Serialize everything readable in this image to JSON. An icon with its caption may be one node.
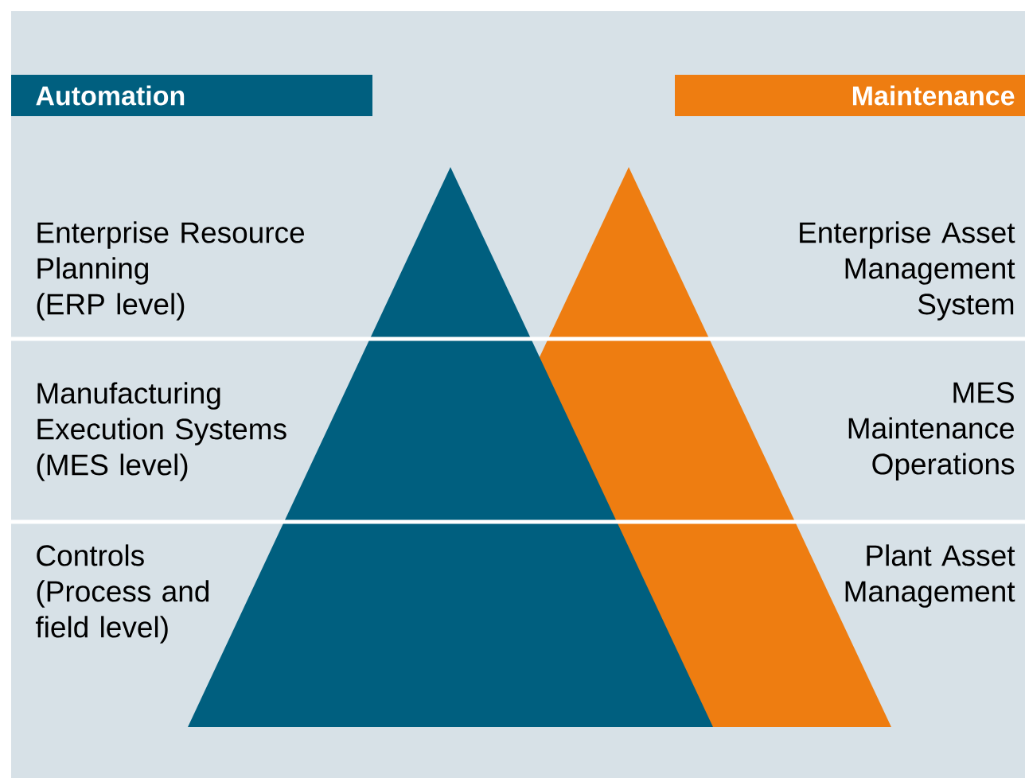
{
  "diagram": {
    "nodes": [
      {
        "text": [
          "Automation"
        ]
      },
      {
        "text": [
          "Maintenance"
        ]
      }
    ],
    "labels": [
      "Enterprise Resource Planning (ERP level)",
      "Enterprise Asset Management System",
      "Manufacturing Execution Systems (MES level)",
      "MES Maintenance Operations",
      "Controls (Process and field level)",
      "Plant Asset Management"
    ]
  }
}
